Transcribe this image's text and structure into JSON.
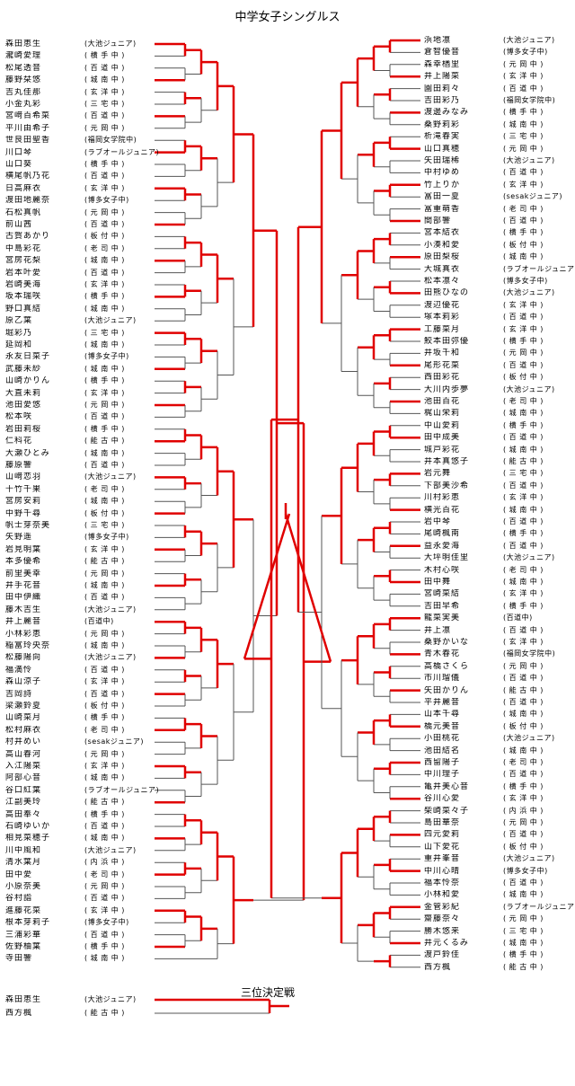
{
  "title": "中学女子シングルス",
  "third_place_title": "三位決定戦",
  "colors": {
    "win_line": "#e00000",
    "lose_line": "#555555",
    "text": "#000000"
  },
  "left_players": [
    {
      "name": "森田恵生",
      "team": "(大池ジュニア)"
    },
    {
      "name": "瀧崎愛理",
      "team": "( 横 手 中 )"
    },
    {
      "name": "松尾透音",
      "team": "( 百 道 中 )"
    },
    {
      "name": "藤野栞悠",
      "team": "( 城 南 中 )"
    },
    {
      "name": "吉丸佳那",
      "team": "( 玄 洋 中 )"
    },
    {
      "name": "小金丸彩",
      "team": "( 三 宅 中 )"
    },
    {
      "name": "宮﨑百希菜",
      "team": "( 百 道 中 )"
    },
    {
      "name": "平川由希子",
      "team": "( 元 岡 中 )"
    },
    {
      "name": "世良田聖香",
      "team": "(福岡女学院中)"
    },
    {
      "name": "川口琴",
      "team": "(ラブオールジュニア)"
    },
    {
      "name": "山口葵",
      "team": "( 横 手 中 )"
    },
    {
      "name": "横尾帆乃花",
      "team": "( 百 道 中 )"
    },
    {
      "name": "日高麻衣",
      "team": "( 玄 洋 中 )"
    },
    {
      "name": "渡田地麗奈",
      "team": "(博多女子中)"
    },
    {
      "name": "石松真帆",
      "team": "( 元 岡 中 )"
    },
    {
      "name": "前山茜",
      "team": "( 百 道 中 )"
    },
    {
      "name": "古賀あかり",
      "team": "( 板 付 中 )"
    },
    {
      "name": "中島彩花",
      "team": "( 老 司 中 )"
    },
    {
      "name": "宮房花梨",
      "team": "( 城 南 中 )"
    },
    {
      "name": "岩本叶愛",
      "team": "( 百 道 中 )"
    },
    {
      "name": "岩崎美海",
      "team": "( 玄 洋 中 )"
    },
    {
      "name": "坂本瑞咲",
      "team": "( 横 手 中 )"
    },
    {
      "name": "野口真結",
      "team": "( 城 南 中 )"
    },
    {
      "name": "原乙葉",
      "team": "(大池ジュニア)"
    },
    {
      "name": "堀彩乃",
      "team": "( 三 宅 中 )"
    },
    {
      "name": "延岡和",
      "team": "( 城 南 中 )"
    },
    {
      "name": "永友日菜子",
      "team": "(博多女子中)"
    },
    {
      "name": "武藤未紗",
      "team": "( 城 南 中 )"
    },
    {
      "name": "山崎かりん",
      "team": "( 横 手 中 )"
    },
    {
      "name": "大直未莉",
      "team": "( 玄 洋 中 )"
    },
    {
      "name": "池田愛悠",
      "team": "( 元 岡 中 )"
    },
    {
      "name": "松本咲",
      "team": "( 百 道 中 )"
    },
    {
      "name": "岩田莉桜",
      "team": "( 横 手 中 )"
    },
    {
      "name": "仁科花",
      "team": "( 能 古 中 )"
    },
    {
      "name": "大瀬ひとみ",
      "team": "( 城 南 中 )"
    },
    {
      "name": "藤原響",
      "team": "( 百 道 中 )"
    },
    {
      "name": "山﨑恋羽",
      "team": "(大池ジュニア)"
    },
    {
      "name": "十竹千果",
      "team": "( 老 司 中 )"
    },
    {
      "name": "宮房安莉",
      "team": "( 城 南 中 )"
    },
    {
      "name": "中野千尋",
      "team": "( 板 付 中 )"
    },
    {
      "name": "帆士芽奈美",
      "team": "( 三 宅 中 )"
    },
    {
      "name": "矢野遥",
      "team": "(博多女子中)"
    },
    {
      "name": "岩見明葉",
      "team": "( 玄 洋 中 )"
    },
    {
      "name": "本多優希",
      "team": "( 能 古 中 )"
    },
    {
      "name": "前里美幸",
      "team": "( 元 岡 中 )"
    },
    {
      "name": "井手花音",
      "team": "( 城 南 中 )"
    },
    {
      "name": "田中伊織",
      "team": "( 百 道 中 )"
    },
    {
      "name": "藤木吉生",
      "team": "(大池ジュニア)"
    },
    {
      "name": "井上麗音",
      "team": "(百道中)"
    },
    {
      "name": "小林彩恵",
      "team": "( 元 岡 中 )"
    },
    {
      "name": "稲富玲央奈",
      "team": "( 城 南 中 )"
    },
    {
      "name": "松藤陽向",
      "team": "(大池ジュニア)"
    },
    {
      "name": "福満怜",
      "team": "( 百 道 中 )"
    },
    {
      "name": "森山涼子",
      "team": "( 玄 洋 中 )"
    },
    {
      "name": "吉岡詩",
      "team": "( 百 道 中 )"
    },
    {
      "name": "梁瀬鈴夏",
      "team": "( 板 付 中 )"
    },
    {
      "name": "山崎菜月",
      "team": "( 横 手 中 )"
    },
    {
      "name": "松村麻衣",
      "team": "( 老 司 中 )"
    },
    {
      "name": "村井めい",
      "team": "(sesakジュニア)"
    },
    {
      "name": "高山春河",
      "team": "( 元 岡 中 )"
    },
    {
      "name": "入江陽菜",
      "team": "( 玄 洋 中 )"
    },
    {
      "name": "阿部心音",
      "team": "( 城 南 中 )"
    },
    {
      "name": "谷口紅葉",
      "team": "(ラブオールジュニア)"
    },
    {
      "name": "江副美玲",
      "team": "( 能 古 中 )"
    },
    {
      "name": "高田奉々",
      "team": "( 横 手 中 )"
    },
    {
      "name": "石崎ゆいか",
      "team": "( 百 道 中 )"
    },
    {
      "name": "相見菜穂子",
      "team": "( 城 南 中 )"
    },
    {
      "name": "川中風和",
      "team": "(大池ジュニア)"
    },
    {
      "name": "清水葉月",
      "team": "( 内 浜 中 )"
    },
    {
      "name": "田中愛",
      "team": "( 老 司 中 )"
    },
    {
      "name": "小原奈美",
      "team": "( 元 岡 中 )"
    },
    {
      "name": "谷村詣",
      "team": "( 百 道 中 )"
    },
    {
      "name": "進藤花菜",
      "team": "( 玄 洋 中 )"
    },
    {
      "name": "根本芽莉子",
      "team": "(博多女子中)"
    },
    {
      "name": "三浦彩華",
      "team": "( 百 道 中 )"
    },
    {
      "name": "佐野柚葉",
      "team": "( 横 手 中 )"
    },
    {
      "name": "寺田響",
      "team": "( 城 南 中 )"
    }
  ],
  "right_players": [
    {
      "name": "浜地凛",
      "team": "(大池ジュニア)"
    },
    {
      "name": "倉智優音",
      "team": "(博多女子中)"
    },
    {
      "name": "森幸楢里",
      "team": "( 元 岡 中 )"
    },
    {
      "name": "井上陽菜",
      "team": "( 玄 洋 中 )"
    },
    {
      "name": "園田莉々",
      "team": "( 百 道 中 )"
    },
    {
      "name": "吉田彩乃",
      "team": "(福岡女学院中)"
    },
    {
      "name": "渡邊みなみ",
      "team": "( 横 手 中 )"
    },
    {
      "name": "桑野莉彩",
      "team": "( 城 南 中 )"
    },
    {
      "name": "析滝春実",
      "team": "( 三 宅 中 )"
    },
    {
      "name": "山口真穂",
      "team": "( 元 岡 中 )"
    },
    {
      "name": "矢田瑞稀",
      "team": "(大池ジュニア)"
    },
    {
      "name": "中村ゆめ",
      "team": "( 百 道 中 )"
    },
    {
      "name": "竹上りか",
      "team": "( 玄 洋 中 )"
    },
    {
      "name": "冨田一夏",
      "team": "(sesakジュニア)"
    },
    {
      "name": "冨重萌香",
      "team": "( 老 司 中 )"
    },
    {
      "name": "間部響",
      "team": "( 百 道 中 )"
    },
    {
      "name": "宮本結衣",
      "team": "( 横 手 中 )"
    },
    {
      "name": "小湊和愛",
      "team": "( 板 付 中 )"
    },
    {
      "name": "原田梨桜",
      "team": "( 城 南 中 )"
    },
    {
      "name": "大城真衣",
      "team": "(ラブオールジュニア)"
    },
    {
      "name": "松本凛々",
      "team": "(博多女子中)"
    },
    {
      "name": "田熊ひなの",
      "team": "(大池ジュニア)"
    },
    {
      "name": "渡辺優花",
      "team": "( 玄 洋 中 )"
    },
    {
      "name": "塚本莉彩",
      "team": "( 百 道 中 )"
    },
    {
      "name": "工藤菜月",
      "team": "( 玄 洋 中 )"
    },
    {
      "name": "鮫本田弥優",
      "team": "( 横 手 中 )"
    },
    {
      "name": "井坂千和",
      "team": "( 元 岡 中 )"
    },
    {
      "name": "尾形花菜",
      "team": "( 百 道 中 )"
    },
    {
      "name": "西田彩花",
      "team": "( 板 付 中 )"
    },
    {
      "name": "大川内歩夢",
      "team": "(大池ジュニア)"
    },
    {
      "name": "池田百花",
      "team": "( 老 司 中 )"
    },
    {
      "name": "梶山栄莉",
      "team": "( 城 南 中 )"
    },
    {
      "name": "中山愛莉",
      "team": "( 横 手 中 )"
    },
    {
      "name": "田中成美",
      "team": "( 百 道 中 )"
    },
    {
      "name": "城戸彩花",
      "team": "( 城 南 中 )"
    },
    {
      "name": "井本真悠子",
      "team": "( 能 古 中 )"
    },
    {
      "name": "岩元舞",
      "team": "( 三 宅 中 )"
    },
    {
      "name": "下部美沙希",
      "team": "( 百 道 中 )"
    },
    {
      "name": "川村彩恵",
      "team": "( 玄 洋 中 )"
    },
    {
      "name": "横光百花",
      "team": "( 城 南 中 )"
    },
    {
      "name": "岩中琴",
      "team": "( 百 道 中 )"
    },
    {
      "name": "尾崎楓南",
      "team": "( 横 手 中 )"
    },
    {
      "name": "益永愛海",
      "team": "( 百 道 中 )"
    },
    {
      "name": "大坪明佳里",
      "team": "(大池ジュニア)"
    },
    {
      "name": "木村心咲",
      "team": "( 老 司 中 )"
    },
    {
      "name": "田中舞",
      "team": "( 城 南 中 )"
    },
    {
      "name": "宮崎菜結",
      "team": "( 玄 洋 中 )"
    },
    {
      "name": "吉田早希",
      "team": "( 横 手 中 )"
    },
    {
      "name": "龍菜実美",
      "team": "(百道中)"
    },
    {
      "name": "井上凛",
      "team": "( 百 道 中 )"
    },
    {
      "name": "桑野かいな",
      "team": "( 玄 洋 中 )"
    },
    {
      "name": "青木春花",
      "team": "(福岡女学院中)"
    },
    {
      "name": "高橋さくら",
      "team": "( 元 岡 中 )"
    },
    {
      "name": "市川瑠儀",
      "team": "( 百 道 中 )"
    },
    {
      "name": "矢田かりん",
      "team": "( 能 古 中 )"
    },
    {
      "name": "平井麗音",
      "team": "( 百 道 中 )"
    },
    {
      "name": "山本千尋",
      "team": "( 城 南 中 )"
    },
    {
      "name": "橋元美音",
      "team": "( 板 付 中 )"
    },
    {
      "name": "小田桃花",
      "team": "(大池ジュニア)"
    },
    {
      "name": "池田結名",
      "team": "( 城 南 中 )"
    },
    {
      "name": "西留陽子",
      "team": "( 老 司 中 )"
    },
    {
      "name": "中川理子",
      "team": "( 百 道 中 )"
    },
    {
      "name": "亀井美心音",
      "team": "( 横 手 中 )"
    },
    {
      "name": "谷川心愛",
      "team": "( 玄 洋 中 )"
    },
    {
      "name": "柴崎菜々子",
      "team": "( 内 浜 中 )"
    },
    {
      "name": "島田華奈",
      "team": "( 元 岡 中 )"
    },
    {
      "name": "四元愛莉",
      "team": "( 百 道 中 )"
    },
    {
      "name": "山下愛花",
      "team": "( 板 付 中 )"
    },
    {
      "name": "重井峯音",
      "team": "(大池ジュニア)"
    },
    {
      "name": "中川心晴",
      "team": "(博多女子中)"
    },
    {
      "name": "福本怜奈",
      "team": "( 百 道 中 )"
    },
    {
      "name": "小林和愛",
      "team": "( 城 南 中 )"
    },
    {
      "name": "金管彩紀",
      "team": "(ラブオールジュニア)"
    },
    {
      "name": "齋藤奈々",
      "team": "( 元 岡 中 )"
    },
    {
      "name": "勝木悠来",
      "team": "( 三 宅 中 )"
    },
    {
      "name": "井元くるみ",
      "team": "( 城 南 中 )"
    },
    {
      "name": "渡戸鈴佳",
      "team": "( 横 手 中 )"
    },
    {
      "name": "西方楓",
      "team": "( 能 古 中 )"
    }
  ],
  "third_place_players": [
    {
      "name": "森田恵生",
      "team": "(大池ジュニア)"
    },
    {
      "name": "西方楓",
      "team": "( 能 古 中 )"
    }
  ]
}
